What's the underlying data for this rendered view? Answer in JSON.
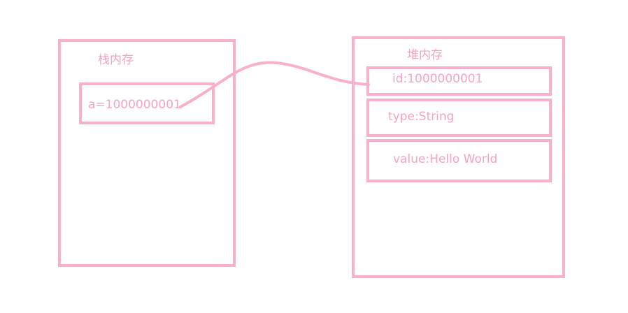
{
  "stack": {
    "title": "栈内存",
    "var": "a=1000000001"
  },
  "heap": {
    "title": "堆内存",
    "fields": {
      "id": "id:1000000001",
      "type": "type:String",
      "value": "value:Hello World"
    }
  },
  "colors": {
    "stroke": "#f9b0cc",
    "text": "#f4a3c4"
  }
}
